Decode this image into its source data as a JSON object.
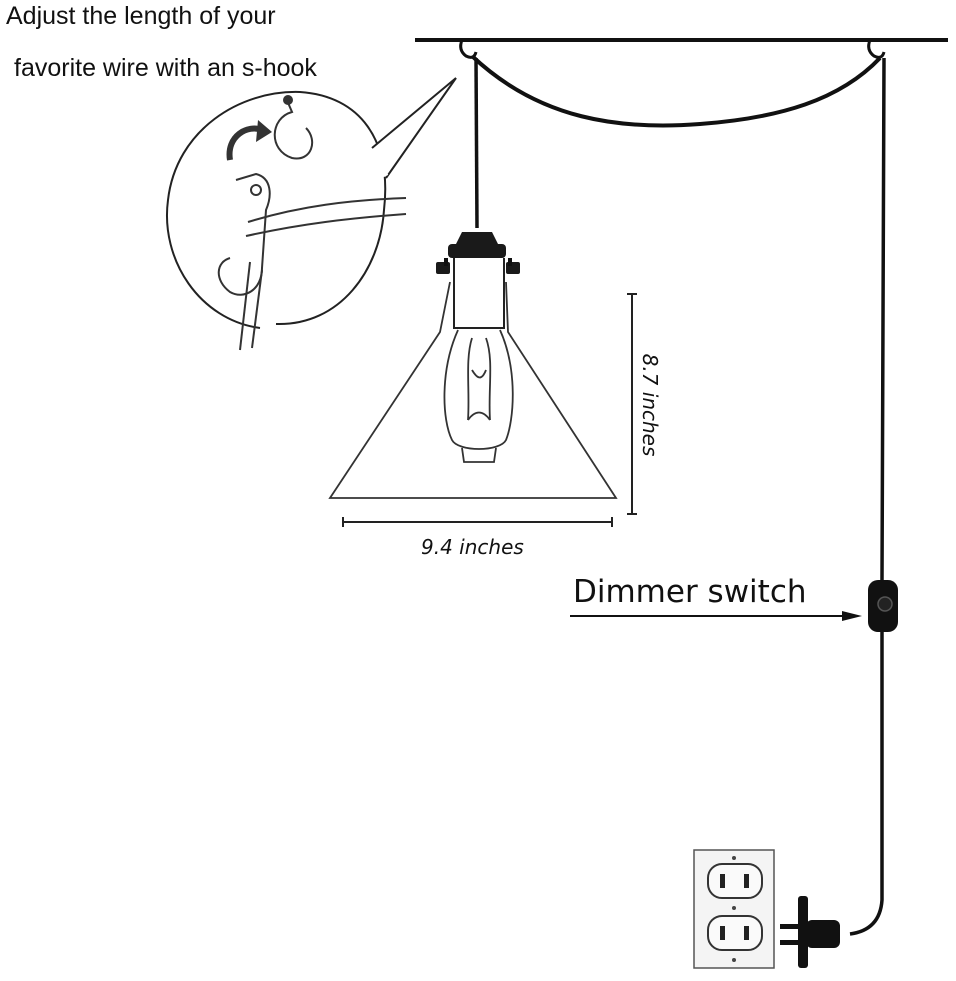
{
  "caption": {
    "line1": "Adjust the length of your",
    "line2": "favorite wire with an s-hook"
  },
  "dimensions": {
    "height": "8.7 inches",
    "width": "9.4 inches"
  },
  "labels": {
    "switch": "Dimmer switch"
  },
  "colors": {
    "line": "#111111",
    "background": "#ffffff",
    "outlet_plate": "#f4f4f4"
  },
  "icons": [
    "s-hook-icon",
    "curved-arrow-icon",
    "wall-outlet-icon",
    "plug-icon"
  ]
}
